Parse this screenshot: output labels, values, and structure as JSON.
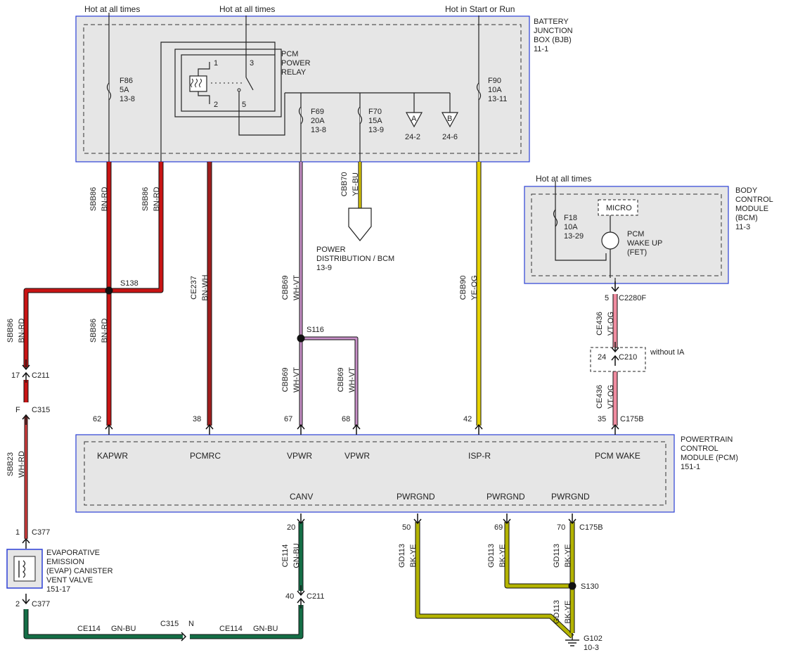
{
  "colors": {
    "BN-RD": "#c81414",
    "WH-RD": "#d23c3c",
    "BN-WH": "#a01e1e",
    "WH-VT": "#c890c8",
    "YE-BU": "#dcc800",
    "YE-OG": "#e6d200",
    "VT-OG": "#f08ca0",
    "GN-BU": "#146e46",
    "BK-YE": "#b4b400",
    "module_border": "#2b3fd6",
    "module_fill": "#e6e6e6"
  },
  "labels": {
    "hot1": "Hot at all times",
    "hot2": "Hot at all times",
    "hot3": "Hot in Start or Run",
    "hot4": "Hot at all times",
    "bjb_title": [
      "BATTERY",
      "JUNCTION",
      "BOX (BJB)",
      "11-1"
    ],
    "relay_title": [
      "PCM",
      "POWER",
      "RELAY"
    ],
    "relay_pins": [
      "1",
      "2",
      "3",
      "5"
    ],
    "f86": [
      "F86",
      "5A",
      "13-8"
    ],
    "f90": [
      "F90",
      "10A",
      "13-11"
    ],
    "f69": [
      "F69",
      "20A",
      "13-8"
    ],
    "f70": [
      "F70",
      "15A",
      "13-9"
    ],
    "conn_a": "A",
    "conn_b": "B",
    "ref_a": "24-2",
    "ref_b": "24-6",
    "bcm_title": [
      "BODY",
      "CONTROL",
      "MODULE",
      "(BCM)",
      "11-3"
    ],
    "f18": [
      "F18",
      "10A",
      "13-29"
    ],
    "micro": "MICRO",
    "pcm_wake_fet": [
      "PCM",
      "WAKE UP",
      "(FET)"
    ],
    "power_dist": [
      "POWER",
      "DISTRIBUTION / BCM",
      "13-9"
    ],
    "pcm_title": [
      "POWERTRAIN",
      "CONTROL",
      "MODULE (PCM)",
      "151-1"
    ],
    "pcm_pins_top": [
      "KAPWR",
      "PCMRC",
      "VPWR",
      "VPWR",
      "ISP-R",
      "PCM WAKE"
    ],
    "pcm_pins_bottom": [
      "CANV",
      "PWRGND",
      "PWRGND",
      "PWRGND"
    ],
    "pin_nums_top": [
      "62",
      "38",
      "67",
      "68",
      "42",
      "35"
    ],
    "c175b_top": "C175B",
    "pin_nums_bottom": [
      "20",
      "50",
      "69",
      "70"
    ],
    "c175b_bottom": "C175B",
    "evap_title": [
      "EVAPORATIVE",
      "EMISSION",
      "(EVAP) CANISTER",
      "VENT VALVE",
      "151-17"
    ],
    "s138": "S138",
    "s116": "S116",
    "s130": "S130",
    "g102": [
      "G102",
      "10-3"
    ],
    "c211a": [
      "17",
      "C211"
    ],
    "c315a": [
      "F",
      "C315"
    ],
    "c377a": [
      "1",
      "C377"
    ],
    "c377b": [
      "2",
      "C377"
    ],
    "c211b": [
      "40",
      "C211"
    ],
    "c2280f": [
      "5",
      "C2280F"
    ],
    "c210": [
      "24",
      "C210"
    ],
    "without_ia": "without IA",
    "c315n": [
      "C315",
      "N"
    ],
    "wires": {
      "sbb86_a": [
        "SBB86",
        "BN-RD"
      ],
      "sbb86_b": [
        "SBB86",
        "BN-RD"
      ],
      "sbb86_c": [
        "SBB86",
        "BN-RD"
      ],
      "sbb86_d": [
        "SBB86",
        "BN-RD"
      ],
      "ce237": [
        "CE237",
        "BN-WH"
      ],
      "cbb69_a": [
        "CBB69",
        "WH-VT"
      ],
      "cbb69_b": [
        "CBB69",
        "WH-VT"
      ],
      "cbb69_c": [
        "CBB69",
        "WH-VT"
      ],
      "cbb70": [
        "CBB70",
        "YE-BU"
      ],
      "cbb90": [
        "CBB90",
        "YE-OG"
      ],
      "ce436_a": [
        "CE436",
        "VT-OG"
      ],
      "ce436_b": [
        "CE436",
        "VT-OG"
      ],
      "sbb23": [
        "SBB23",
        "WH-RD"
      ],
      "ce114_a": [
        "CE114",
        "GN-BU"
      ],
      "ce114_b": [
        "CE114",
        "GN-BU"
      ],
      "ce114_c": [
        "CE114",
        "GN-BU"
      ],
      "gd113_a": [
        "GD113",
        "BK-YE"
      ],
      "gd113_b": [
        "GD113",
        "BK-YE"
      ],
      "gd113_c": [
        "GD113",
        "BK-YE"
      ],
      "gd113_d": [
        "GD113",
        "BK-YE"
      ]
    }
  }
}
